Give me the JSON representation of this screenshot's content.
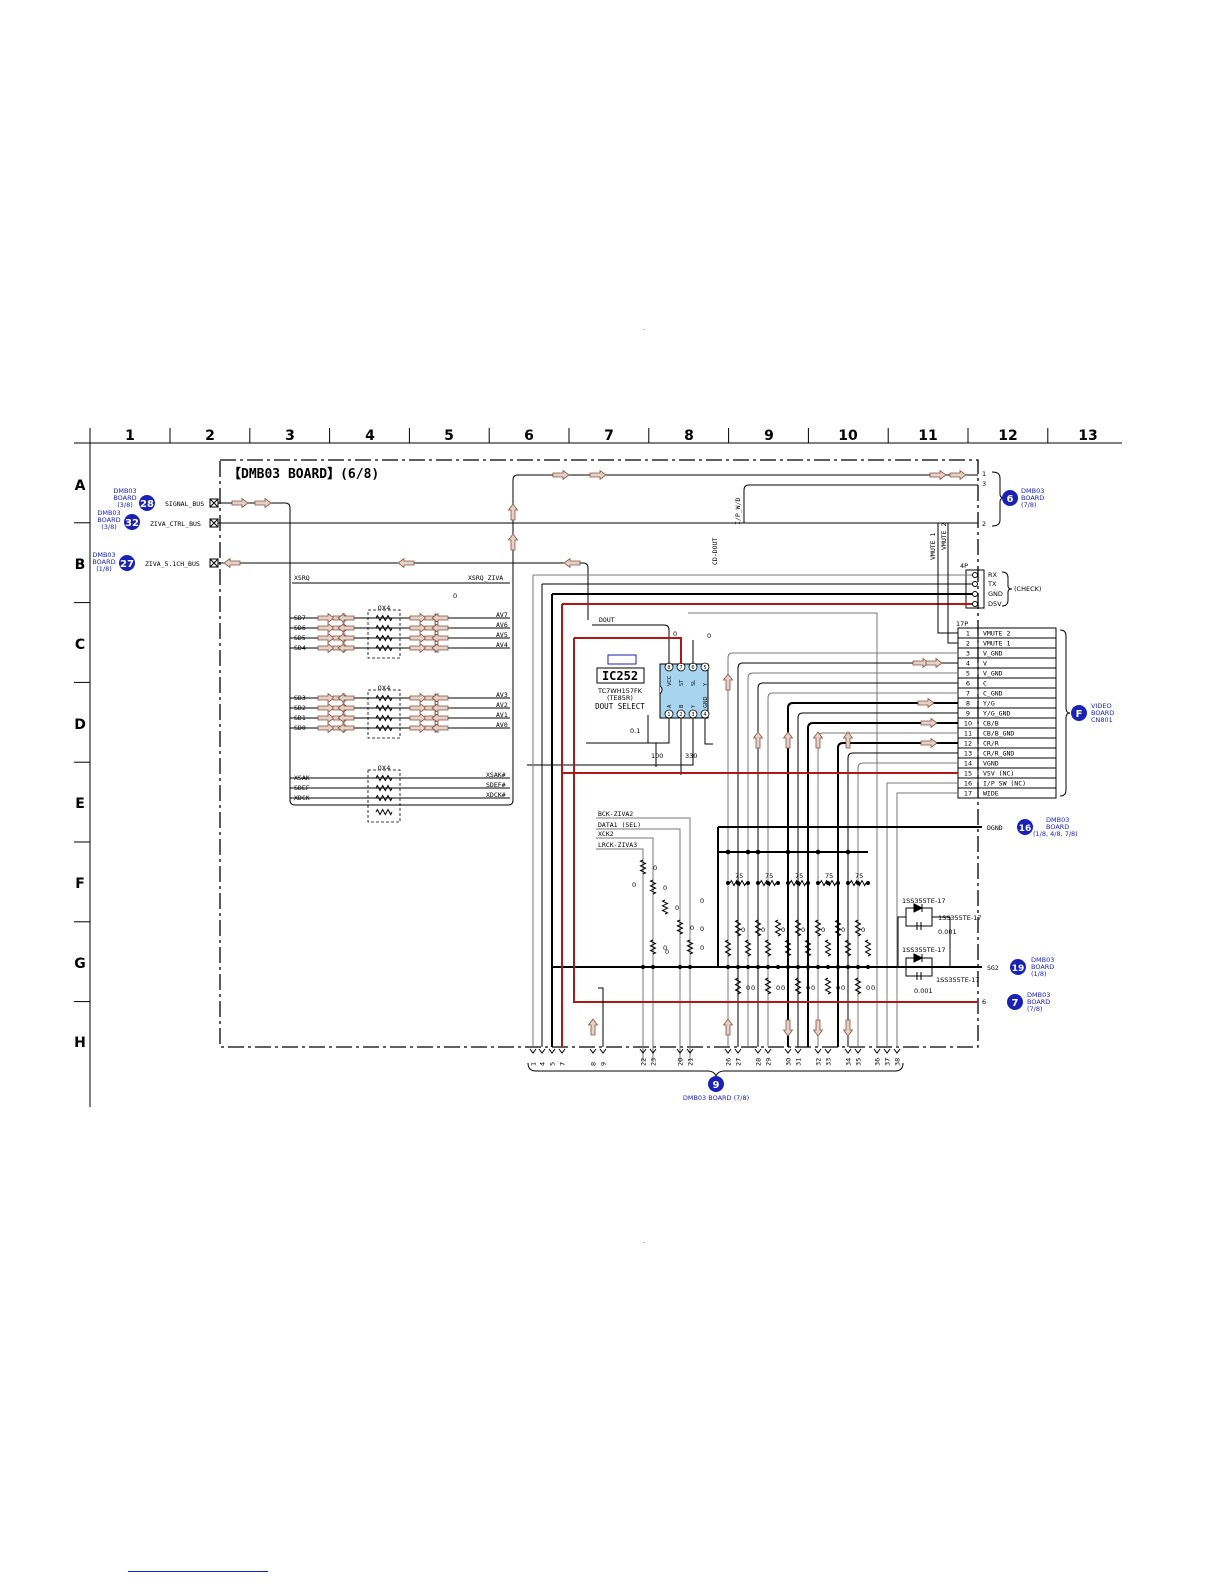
{
  "board_title": "【DMB03 BOARD】(6/8)",
  "columns": [
    "1",
    "2",
    "3",
    "4",
    "5",
    "6",
    "7",
    "8",
    "9",
    "10",
    "11",
    "12",
    "13"
  ],
  "rows": [
    "A",
    "B",
    "C",
    "D",
    "E",
    "F",
    "G",
    "H"
  ],
  "left_connectors": [
    {
      "num": "28",
      "board": [
        "DMB03",
        "BOARD",
        "(3/8)"
      ],
      "signal": "SIGNAL_BUS"
    },
    {
      "num": "32",
      "board": [
        "DMB03",
        "BOARD",
        "(3/8)"
      ],
      "signal": "ZIVA_CTRL_BUS"
    },
    {
      "num": "27",
      "board": [
        "DMB03",
        "BOARD",
        "(1/8)"
      ],
      "signal": "ZIVA_5.1CH_BUS"
    }
  ],
  "right_connectors": [
    {
      "num": "6",
      "board": [
        "DMB03",
        "BOARD",
        "(7/8)"
      ]
    },
    {
      "num": "F",
      "board": [
        "VIDEO",
        "BOARD",
        "CN801"
      ]
    },
    {
      "num": "16",
      "board": [
        "DMB03",
        "BOARD",
        "(1/8, 4/8, 7/8)"
      ],
      "signal": "DGND"
    },
    {
      "num": "19",
      "board": [
        "DMB03",
        "BOARD",
        "(1/8)"
      ],
      "signal": "SG2"
    },
    {
      "num": "7",
      "board": [
        "DMB03",
        "BOARD",
        "(7/8)"
      ]
    }
  ],
  "bottom_connector": {
    "num": "9",
    "board": "DMB03 BOARD (7/8)"
  },
  "ic": {
    "ref": "IC252",
    "part": "TC7WH157FK",
    "part2": "(TE85R)",
    "function": "DOUT SELECT"
  },
  "check_connector": {
    "header": "4P",
    "pins": [
      "RX",
      "TX",
      "GND",
      "D5V"
    ],
    "label": "(CHECK)"
  },
  "cn_header": "17P",
  "cn_pins": [
    {
      "n": "1",
      "name": "VMUTE 2"
    },
    {
      "n": "2",
      "name": "VMUTE 1"
    },
    {
      "n": "3",
      "name": "V_GND"
    },
    {
      "n": "4",
      "name": "V"
    },
    {
      "n": "5",
      "name": "V_GND"
    },
    {
      "n": "6",
      "name": "C"
    },
    {
      "n": "7",
      "name": "C_GND"
    },
    {
      "n": "8",
      "name": "Y/G"
    },
    {
      "n": "9",
      "name": "Y/G_GND"
    },
    {
      "n": "10",
      "name": "CB/B"
    },
    {
      "n": "11",
      "name": "CB/B_GND"
    },
    {
      "n": "12",
      "name": "CR/R"
    },
    {
      "n": "13",
      "name": "CR/R_GND"
    },
    {
      "n": "14",
      "name": "VGND"
    },
    {
      "n": "15",
      "name": "VSV (NC)"
    },
    {
      "n": "16",
      "name": "I/P SW (NC)"
    },
    {
      "n": "17",
      "name": "WIDE"
    }
  ],
  "sd_group1": [
    "SD7",
    "SD6",
    "SD5",
    "SD4"
  ],
  "av_group1": [
    "AV7",
    "AV6",
    "AV5",
    "AV4"
  ],
  "sd_group2": [
    "SD3",
    "SD2",
    "SD1",
    "SD0"
  ],
  "av_group2": [
    "AV3",
    "AV2",
    "AV1",
    "AV0"
  ],
  "ctrl_left": [
    "XSAK",
    "SDEF",
    "XDCK"
  ],
  "ctrl_right": [
    "XSAK#",
    "SDEF#",
    "XDCK#"
  ],
  "array_label": "0X4",
  "xsrq": "XSRQ",
  "xsrq_ziva": "XSRQ_ZIVA",
  "dout": "DOUT",
  "cd_dout": "CD-DOUT",
  "i2s_wide": "I/P_W/D",
  "vmute_labels": [
    "VMUTE 1",
    "VMUTE 2"
  ],
  "audio_sigs": [
    "BCK-ZIVA2",
    "DATA1 (SEL)",
    "XCK2",
    "LRCK-ZIVA3"
  ],
  "diode_parts": [
    "1SS355TE-17",
    "1SS355TE-17",
    "1SS355TE-17",
    "1SS355TE-17"
  ],
  "cap_val": "0.001",
  "res_vals": {
    "r75": "75",
    "r0": "0",
    "r100": "100",
    "r330": "330",
    "c01": "0.1"
  },
  "top_pins": [
    "1",
    "3",
    "2"
  ],
  "bottom_pins": [
    "1",
    "4",
    "5",
    "7",
    "8",
    "9",
    "22",
    "23",
    "20",
    "21",
    "26",
    "27",
    "28",
    "29",
    "30",
    "31",
    "32",
    "33",
    "34",
    "35",
    "36",
    "37",
    "38"
  ],
  "right_bus_pins": {
    "seven": "6"
  },
  "ic_pins_top": [
    "8",
    "7",
    "6",
    "5"
  ],
  "ic_pins_bottom": [
    "1",
    "2",
    "3",
    "4"
  ],
  "ic_pin_names_top": [
    "VCC",
    "ST",
    "SL",
    "Y"
  ],
  "ic_pin_names_bottom": [
    "A",
    "B",
    "Y",
    "GND"
  ],
  "page_marks": [
    ".",
    "."
  ]
}
